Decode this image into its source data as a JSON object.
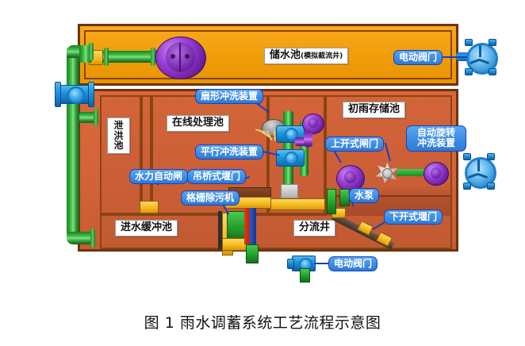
{
  "figure": {
    "caption": "图 1  雨水调蓄系统工艺流程示意图",
    "title": "雨水调蓄系统工艺流程示意图",
    "figure_number": "图 1"
  },
  "colors": {
    "upper_tank": "#f5a30c",
    "lower_tank": "#d4633a",
    "tank_border": "#6b3410",
    "callout_fill": "#3d8ee4",
    "callout_border": "#1b3fbf",
    "callout_text": "#ffffff",
    "white_label_fill": "#ffffff",
    "white_label_border": "#9a9a9a",
    "pipe_green": "#2f9a33",
    "pipe_purple": "#8a2fc0",
    "valve_blue": "#1e92da",
    "background": "#ffffff"
  },
  "chamber_labels": [
    {
      "name": "storage-tank",
      "text": "储水池",
      "note": "(模拟截流井)",
      "orientation": "horizontal"
    },
    {
      "name": "flood-discharge-pool",
      "text": "泄洪池",
      "note": "",
      "orientation": "vertical"
    },
    {
      "name": "online-treatment-pool",
      "text": "在线处理池",
      "note": "",
      "orientation": "horizontal"
    },
    {
      "name": "first-rain-storage-pool",
      "text": "初雨存储池",
      "note": "",
      "orientation": "horizontal"
    },
    {
      "name": "inlet-buffer-pool",
      "text": "进水缓冲池",
      "note": "",
      "orientation": "horizontal"
    },
    {
      "name": "diversion-well",
      "text": "分流井",
      "note": "",
      "orientation": "horizontal"
    }
  ],
  "equipment_callouts": [
    {
      "name": "electric-valve-top",
      "text": "电动阀门"
    },
    {
      "name": "fan-flush-device",
      "text": "扇形冲洗装置"
    },
    {
      "name": "parallel-flush-device",
      "text": "平行冲洗装置"
    },
    {
      "name": "hydraulic-auto-gate",
      "text": "水力自动闸"
    },
    {
      "name": "drawbridge-weir-gate",
      "text": "吊桥式堰门"
    },
    {
      "name": "bar-screen-cleaner",
      "text": "格栅除污机"
    },
    {
      "name": "top-opening-sluice-gate",
      "text": "上开式闸门"
    },
    {
      "name": "auto-rotary-flush-device",
      "text": "自动旋转冲洗装置",
      "line1": "自动旋转",
      "line2": "冲洗装置"
    },
    {
      "name": "water-pump",
      "text": "水泵"
    },
    {
      "name": "bottom-opening-weir-gate",
      "text": "下开式堰门"
    },
    {
      "name": "electric-valve-bottom",
      "text": "电动阀门"
    }
  ]
}
